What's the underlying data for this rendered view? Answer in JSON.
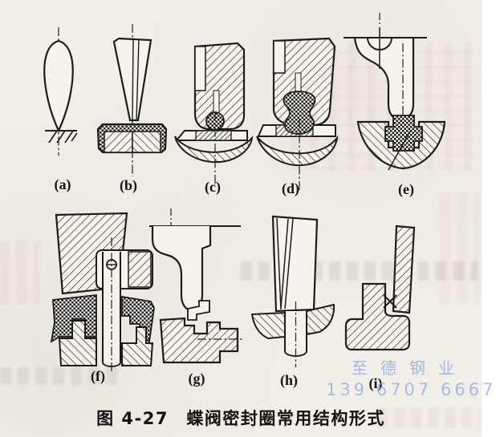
{
  "page": {
    "caption": "图 4-27　蝶阀密封圈常用结构形式"
  },
  "figures": [
    {
      "label": "(a)"
    },
    {
      "label": "(b)"
    },
    {
      "label": "(c)"
    },
    {
      "label": "(d)"
    },
    {
      "label": "(e)"
    },
    {
      "label": "(f)"
    },
    {
      "label": "(g)"
    },
    {
      "label": "(h)"
    },
    {
      "label": "(i)"
    }
  ],
  "watermark": {
    "company": "至德钢业",
    "phone": "139 6707 6667"
  },
  "colors": {
    "paper": "#f2efe8",
    "ink": "#1c1c1c",
    "watermark_blue": "#8ca8dd"
  }
}
